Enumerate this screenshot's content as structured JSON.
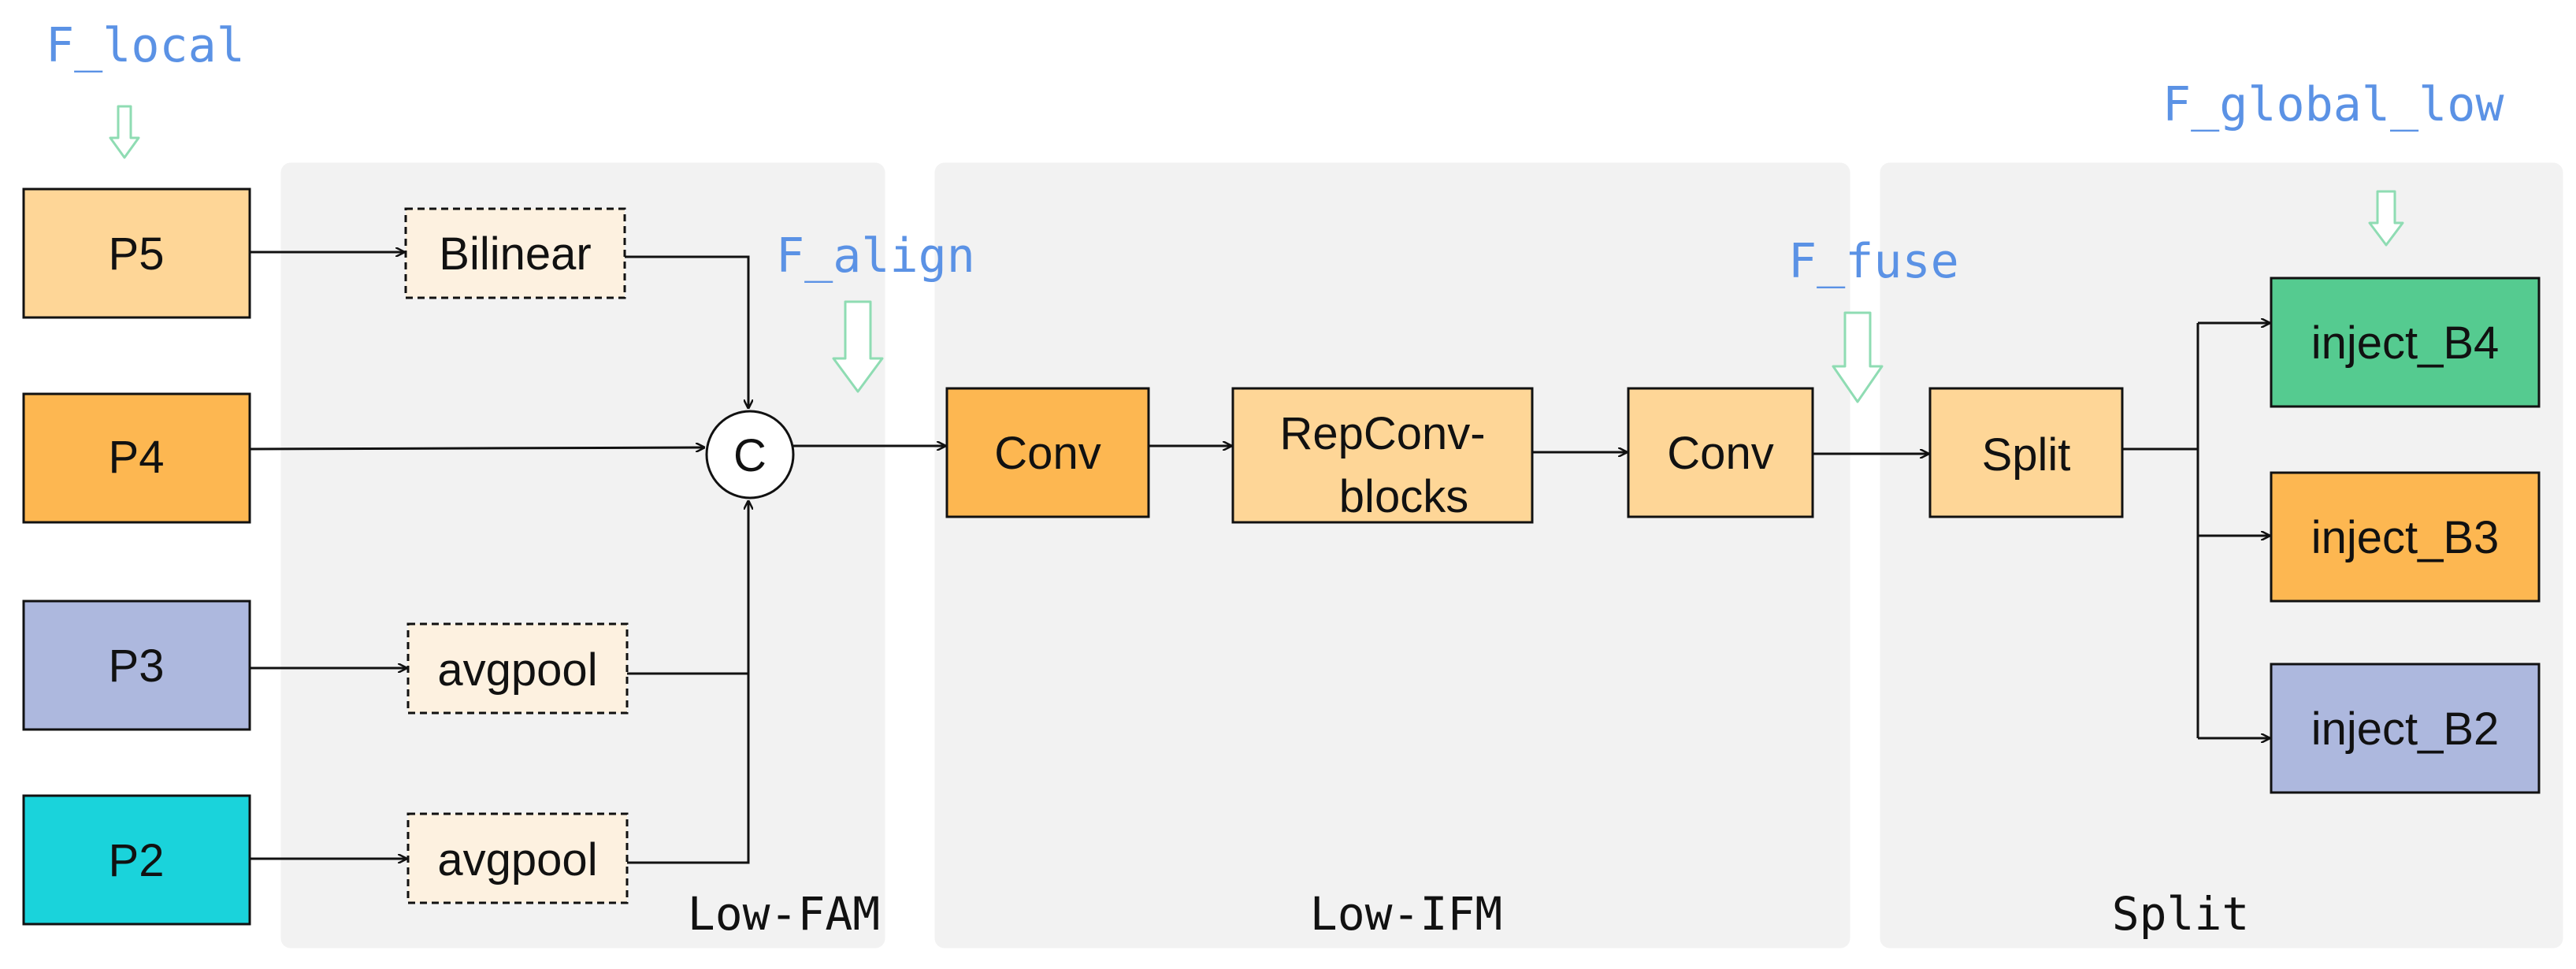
{
  "colors": {
    "region_bg": "#f2f2f2",
    "p5": "#fed697",
    "p4": "#fdb751",
    "p3": "#adb8de",
    "p2": "#1ad3db",
    "dashed_box": "#fdf1e0",
    "conv_dark": "#fdb751",
    "conv_light": "#fed697",
    "inject_b4": "#55cb90",
    "inject_b3": "#fdb751",
    "inject_b2": "#adb8de",
    "annotation_text": "#5b92e5",
    "annotation_arrow": "#8fdcb3"
  },
  "inputs": {
    "p5": "P5",
    "p4": "P4",
    "p3": "P3",
    "p2": "P2"
  },
  "ops": {
    "bilinear": "Bilinear",
    "avgpool_1": "avgpool",
    "avgpool_2": "avgpool",
    "concat": "C",
    "conv_1": "Conv",
    "repconv_line1": "RepConv-",
    "repconv_line2": "blocks",
    "conv_2": "Conv",
    "split": "Split"
  },
  "outputs": {
    "b4": "inject_B4",
    "b3": "inject_B3",
    "b2": "inject_B2"
  },
  "annotations": {
    "f_local": "F_local",
    "f_align": "F_align",
    "f_fuse": "F_fuse",
    "f_global_low": "F_global_low"
  },
  "regions": {
    "low_fam": "Low-FAM",
    "low_ifm": "Low-IFM",
    "split": "Split"
  },
  "arrow_icon": "hollow-down-arrow-icon"
}
